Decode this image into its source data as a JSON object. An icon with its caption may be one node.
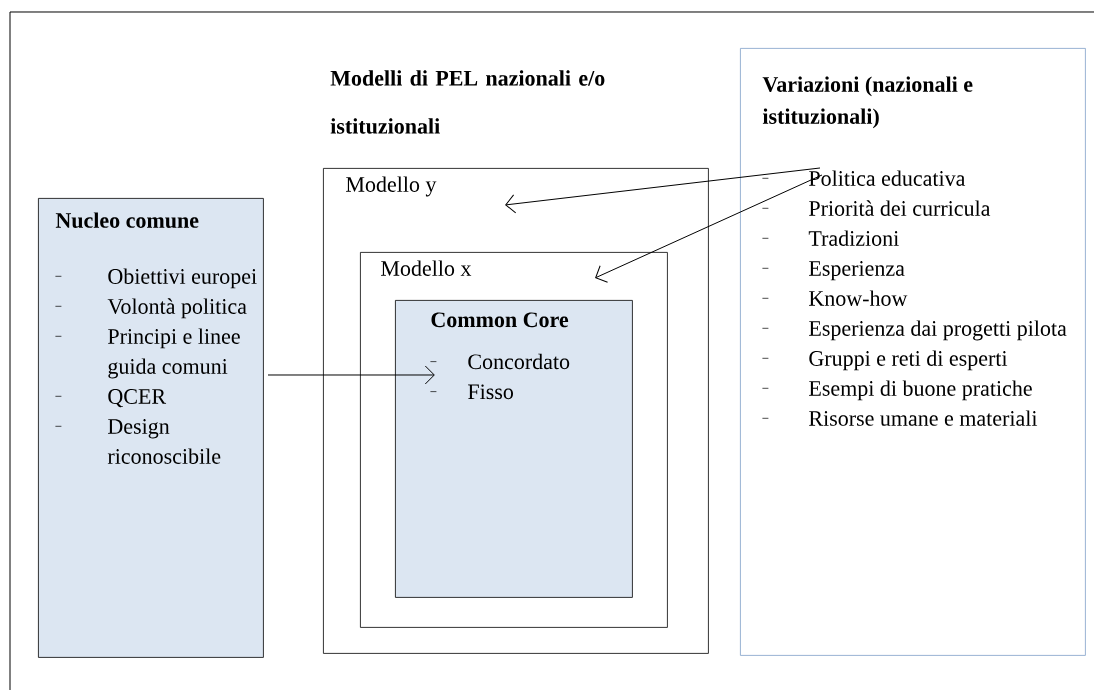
{
  "diagram": {
    "nodes": [
      {
        "text": [
          "Nucleo comune",
          "Obiettivi europei",
          "Volontà politica",
          "Principi e linee guida comuni",
          "QCER",
          "Design riconoscibile"
        ]
      },
      {
        "text": [
          "Modelli di PEL nazionali e/o istituzionali",
          "Modello y"
        ]
      },
      {
        "text": [
          "Modello x"
        ],
        "in": 1
      },
      {
        "text": [
          "Common Core",
          "Concordato",
          "Fisso"
        ],
        "in": 2
      },
      {
        "text": [
          "Variazioni (nazionali e istituzionali)",
          "Politica educativa",
          "Priorità dei curricula",
          "Tradizioni",
          "Esperienza",
          "Know-how",
          "Esperienza dai progetti pilota",
          "Gruppi e reti di esperti",
          "Esempi di buone pratiche",
          "Risorse umane e materiali"
        ]
      }
    ],
    "edges": [
      {
        "from": 0,
        "to": 3,
        "arrow": "to"
      },
      {
        "from": 4,
        "to": 1,
        "arrow": "to"
      },
      {
        "from": 4,
        "to": 2,
        "arrow": "to"
      }
    ]
  }
}
